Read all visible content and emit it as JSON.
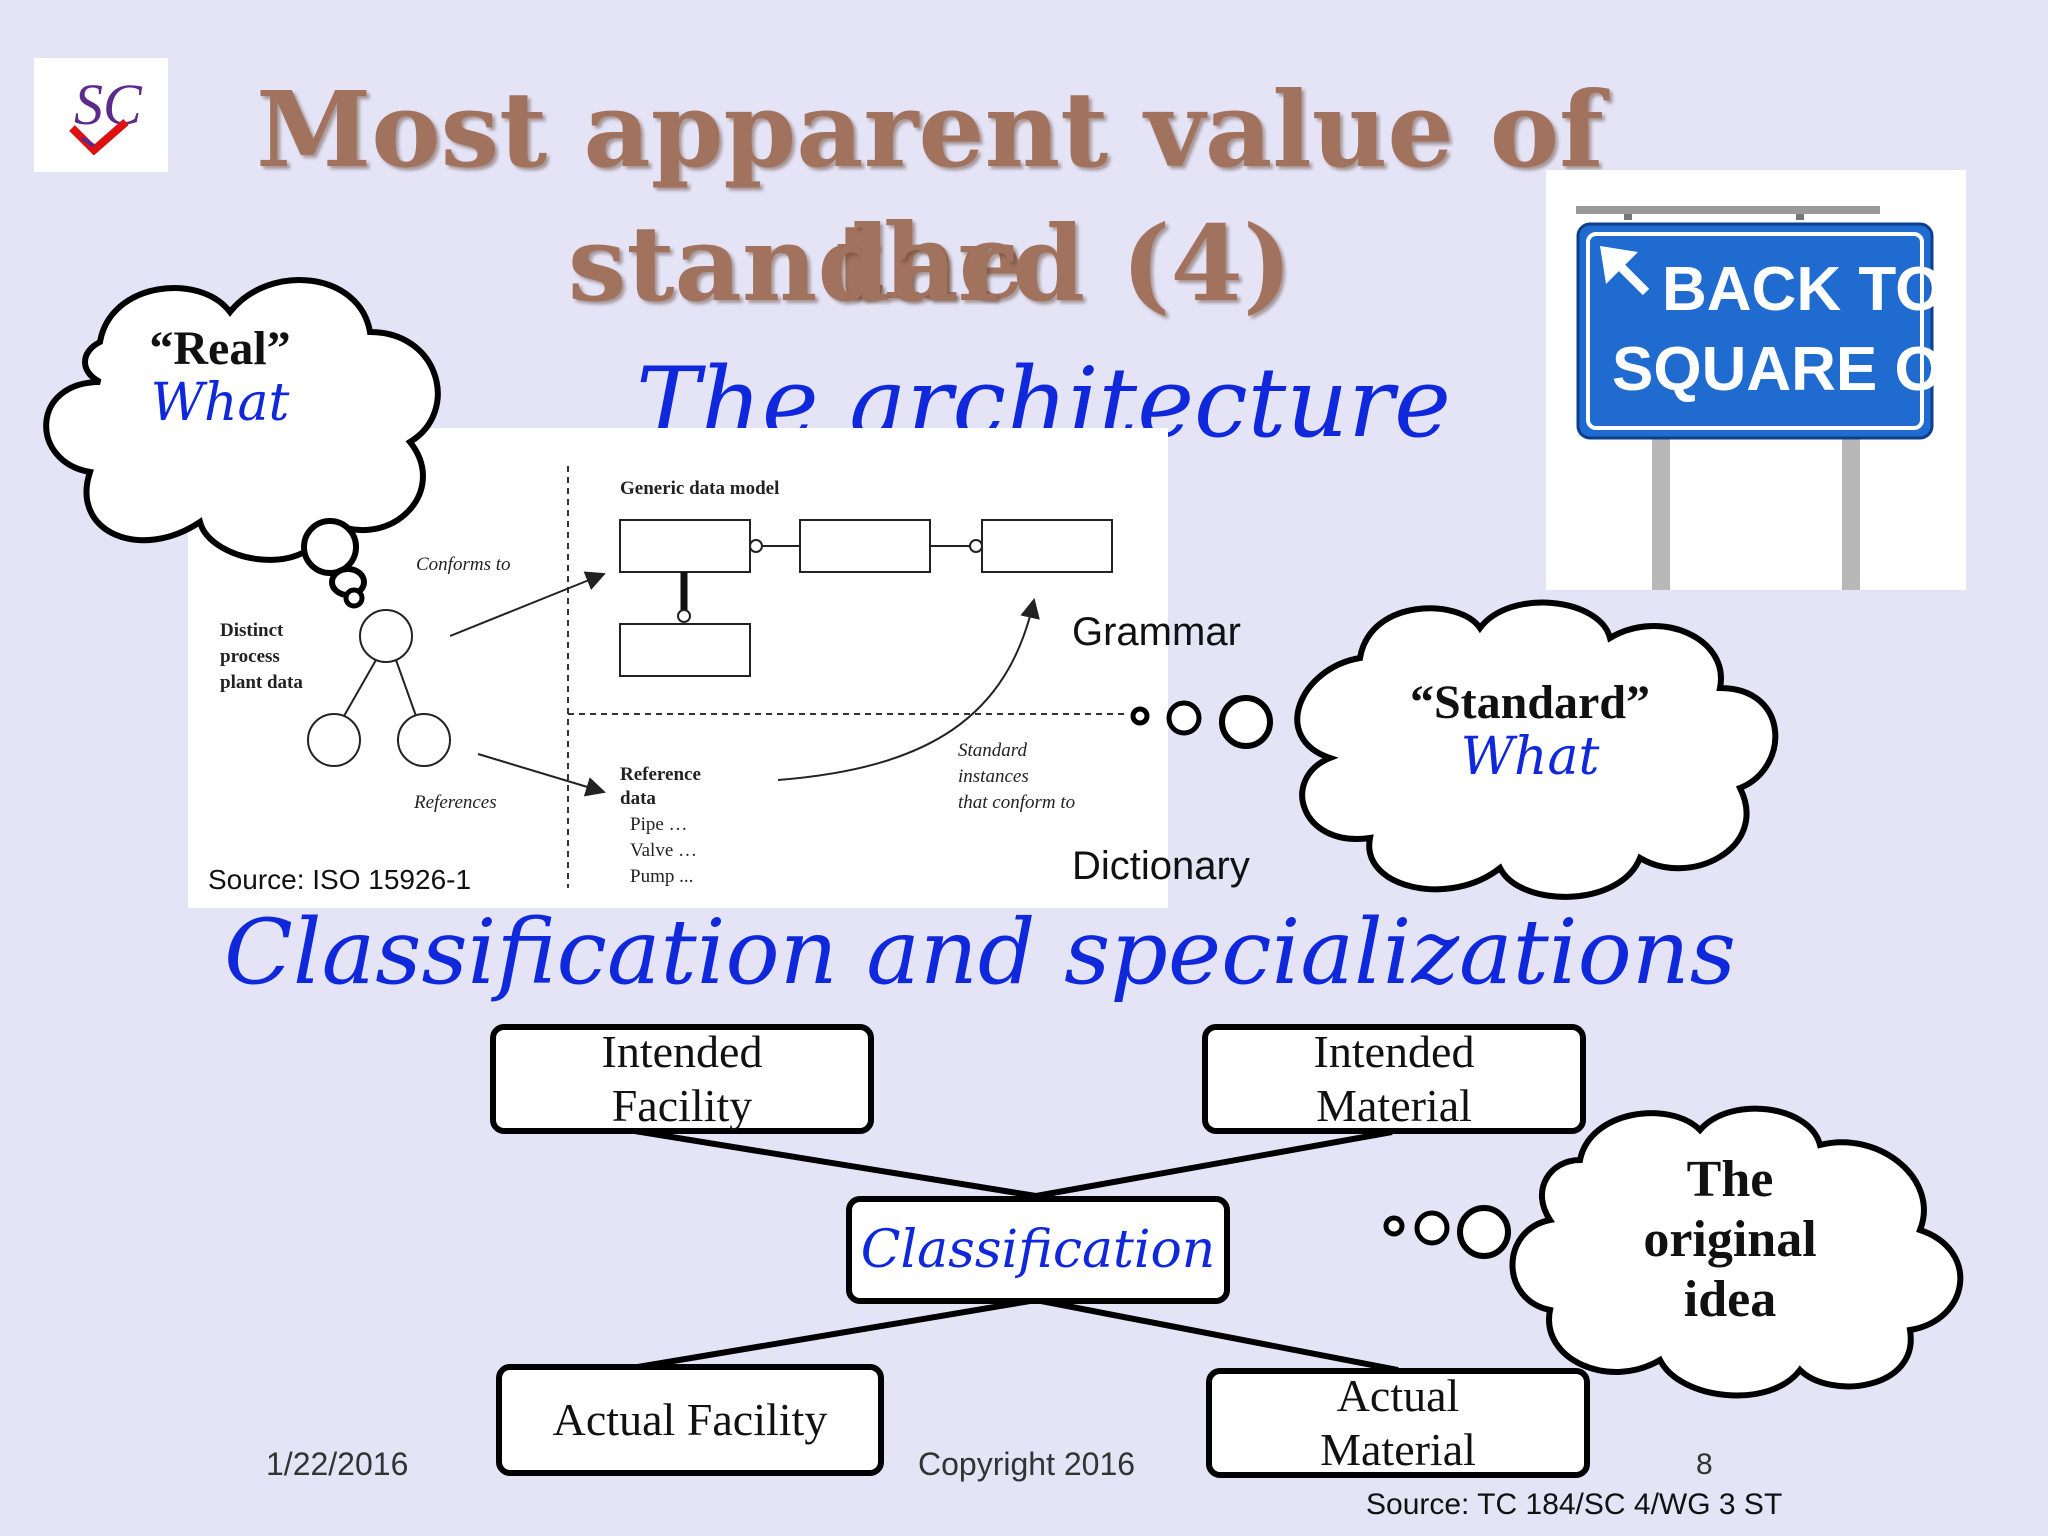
{
  "slide": {
    "title_line1": "Most apparent value of the",
    "title_line2": "standard (4)",
    "subtitle": "The architecture",
    "section_heading": "Classification and specializations",
    "logo_text": "SC",
    "road_sign": {
      "line1": "BACK TO",
      "line2": "SQUARE ONE"
    },
    "footer": {
      "date": "1/22/2016",
      "copyright": "Copyright 2016",
      "page": "8",
      "source": "Source: TC 184/SC 4/WG 3 ST"
    }
  },
  "clouds": {
    "real": {
      "quote": "“Real”",
      "what": "What"
    },
    "standard": {
      "quote": "“Standard”",
      "what": "What"
    },
    "original": {
      "line1": "The",
      "line2": "original",
      "line3": "idea"
    }
  },
  "diagram": {
    "generic_model_label": "Generic data model",
    "conforms_to": "Conforms to",
    "distinct": [
      "Distinct",
      "process",
      "plant data"
    ],
    "references": "References",
    "reference_data": [
      "Reference",
      "data"
    ],
    "reference_items": [
      "Pipe …",
      "Valve …",
      "Pump ..."
    ],
    "standard_instances": [
      "Standard",
      "instances",
      "that conform to"
    ],
    "source": "Source: ISO 15926-1",
    "grammar": "Grammar",
    "dictionary": "Dictionary"
  },
  "classification": {
    "intended_facility": [
      "Intended",
      "Facility"
    ],
    "intended_material": [
      "Intended",
      "Material"
    ],
    "center": "Classification",
    "actual_facility": "Actual Facility",
    "actual_material": [
      "Actual",
      "Material"
    ]
  },
  "colors": {
    "background": "#e5e4f7",
    "title": "#a1735f",
    "script_blue": "#1028dc",
    "sign_blue": "#1f6bd0"
  }
}
